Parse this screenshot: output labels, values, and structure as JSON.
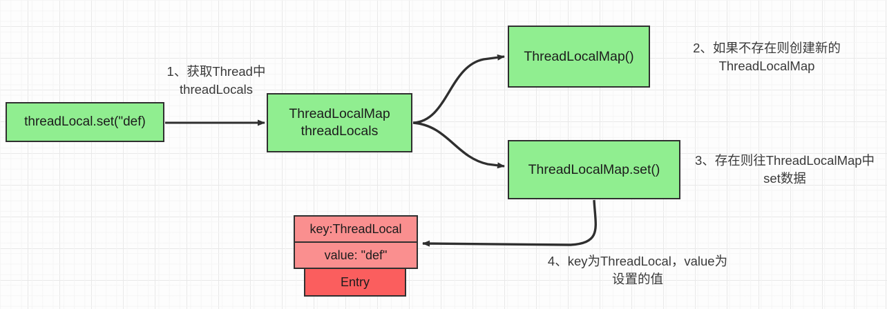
{
  "diagram": {
    "title": "ThreadLocal set flow",
    "background": {
      "color": "#fdfdfd",
      "grid_color": "#e8e8e8"
    },
    "palette": {
      "green": "#90ee90",
      "salmon": "#fa8f8f",
      "red": "#fb5e5e",
      "border": "#2f2f2f",
      "arrow": "#2f2f2f",
      "text": "#1c1c1c",
      "annotation_text": "#3a3a3a"
    },
    "nodes": {
      "set_call": "threadLocal.set(\"def)",
      "threadlocals": "ThreadLocalMap\nthreadLocals",
      "new_map": "ThreadLocalMap()",
      "map_set": "ThreadLocalMap.set()"
    },
    "entry": {
      "key": "key:ThreadLocal",
      "value": "value: \"def\"",
      "label": "Entry"
    },
    "annotations": {
      "step1": "1、获取Thread中\nthreadLocals",
      "step2": "2、如果不存在则创建新的\nThreadLocalMap",
      "step3": "3、存在则往ThreadLocalMap中\nset数据",
      "step4": "4、key为ThreadLocal，value为\n设置的值"
    },
    "edges": [
      {
        "name": "set-call-to-threadlocals",
        "from": "set_call",
        "to": "threadlocals",
        "style": "straight",
        "label": "step1"
      },
      {
        "name": "threadlocals-to-new-map",
        "from": "threadlocals",
        "to": "new_map",
        "style": "curve-up",
        "label": "step2"
      },
      {
        "name": "threadlocals-to-map-set",
        "from": "threadlocals",
        "to": "map_set",
        "style": "curve-down",
        "label": "step3"
      },
      {
        "name": "map-set-to-entry",
        "from": "map_set",
        "to": "entry",
        "style": "curve-down-left",
        "label": "step4"
      }
    ]
  }
}
